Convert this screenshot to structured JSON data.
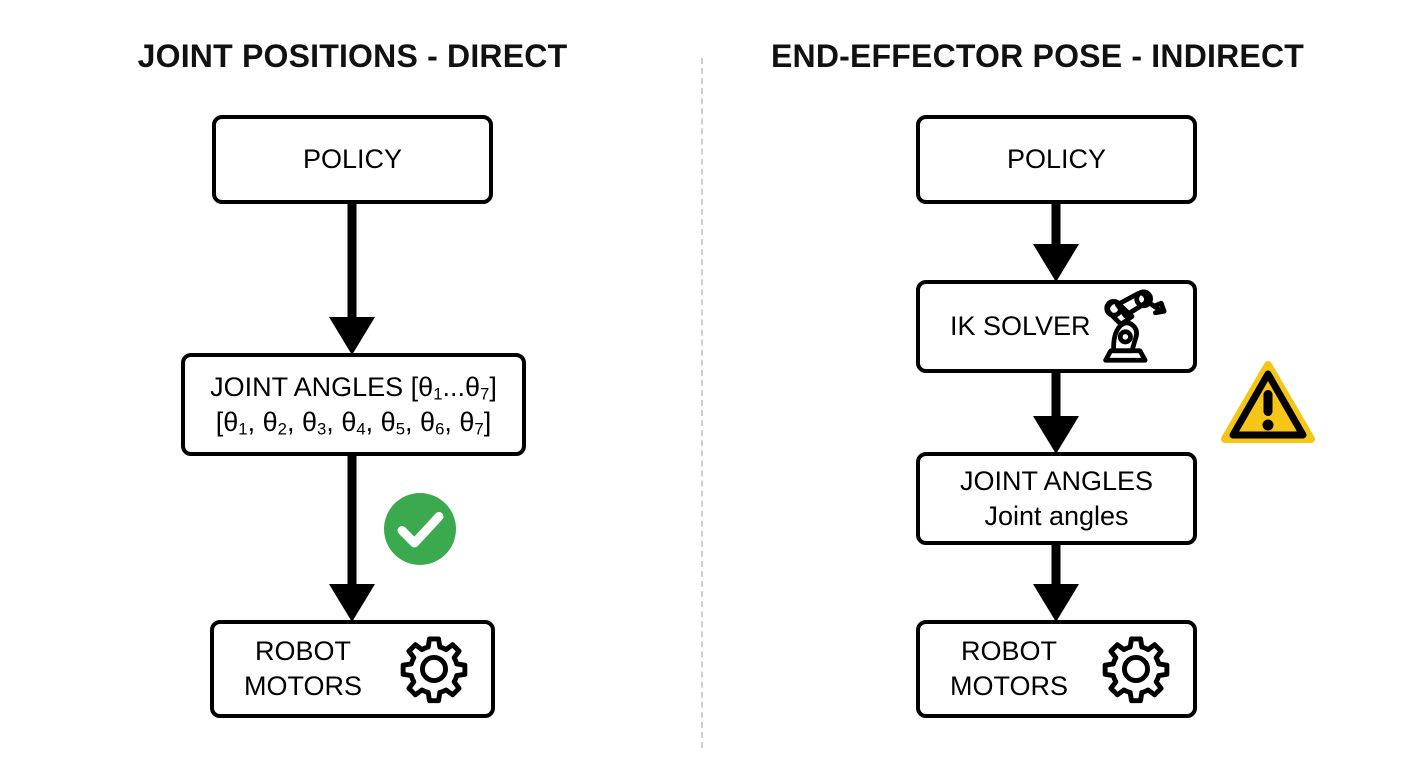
{
  "diagram": {
    "background_color": "#ffffff",
    "columns": [
      {
        "id": "left",
        "title": "JOINT POSITIONS - DIRECT",
        "nodes": [
          {
            "id": "policy-left",
            "label": "POLICY",
            "icon": null
          },
          {
            "id": "joint-angles-left",
            "line1": "JOINT ANGLES [θ",
            "sub1": "1",
            "mid": "...θ",
            "sub2": "7",
            "close": "]",
            "icon": null
          },
          {
            "id": "robot-motors-left",
            "line1": "ROBOT",
            "line2": "MOTORS",
            "icon": "gear-icon"
          }
        ],
        "badge": {
          "type": "check-badge",
          "color": "#3BAA4E",
          "mark_color": "#ffffff"
        }
      },
      {
        "id": "right",
        "title": "END-EFFECTOR POSE - INDIRECT",
        "nodes": [
          {
            "id": "policy-right",
            "label": "POLICY",
            "icon": null
          },
          {
            "id": "ik-solver-right",
            "label": "IK SOLVER",
            "icon": "robot-arm-icon"
          },
          {
            "id": "joint-angles-right",
            "line1": "JOINT ANGLES",
            "line2": "Joint angles",
            "icon": null
          },
          {
            "id": "robot-motors-right",
            "line1": "ROBOT",
            "line2": "MOTORS",
            "icon": "gear-icon"
          }
        ],
        "badge": {
          "type": "warning-badge",
          "color": "#F5C518",
          "mark_color": "#000000"
        }
      }
    ],
    "joint_vector": {
      "prefix": "[",
      "elements": [
        "θ₁",
        "θ₂",
        "θ₃",
        "θ₄",
        "θ₅",
        "θ₆",
        "θ₇"
      ],
      "suffix": "]",
      "count": 7,
      "rendered": "[θ₁, θ₂, θ₃, θ₄, θ₅, θ₆, θ₇]"
    },
    "text": {
      "title_left": "JOINT POSITIONS - DIRECT",
      "title_right": "END-EFFECTOR POSE - INDIRECT",
      "policy": "POLICY",
      "ik_solver": "IK SOLVER",
      "joint_angles_upper": "JOINT ANGLES",
      "joint_angles_lower": "Joint angles",
      "robot": "ROBOT",
      "motors": "MOTORS",
      "theta_label_prefix": "JOINT ANGLES [θ",
      "theta_sub_first": "1",
      "theta_ellipsis": "...θ",
      "theta_sub_last": "7",
      "theta_bracket_close": "]",
      "vector_open": "[",
      "vector_close": "]",
      "theta": "θ",
      "comma": ", ",
      "subs": [
        "1",
        "2",
        "3",
        "4",
        "5",
        "6",
        "7"
      ]
    },
    "colors": {
      "stroke": "#000000",
      "check_green": "#3BAA4E",
      "warning_yellow": "#F5C518",
      "divider_gray": "#cfcfcf"
    }
  }
}
